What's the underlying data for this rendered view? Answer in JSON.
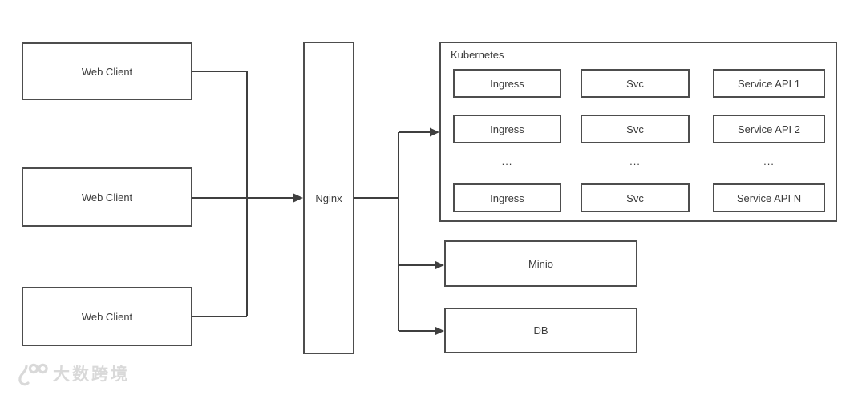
{
  "diagram": {
    "web_clients": [
      {
        "label": "Web Client"
      },
      {
        "label": "Web Client"
      },
      {
        "label": "Web Client"
      }
    ],
    "nginx": {
      "label": "Nginx"
    },
    "kubernetes": {
      "title": "Kubernetes",
      "rows": [
        [
          "Ingress",
          "Svc",
          "Service API 1"
        ],
        [
          "Ingress",
          "Svc",
          "Service API 2"
        ],
        [
          "...",
          "...",
          "..."
        ],
        [
          "Ingress",
          "Svc",
          "Service API N"
        ]
      ]
    },
    "minio": {
      "label": "Minio"
    },
    "db": {
      "label": "DB"
    },
    "connections": [
      {
        "from": "web-client-1",
        "to": "nginx"
      },
      {
        "from": "web-client-2",
        "to": "nginx"
      },
      {
        "from": "web-client-3",
        "to": "nginx"
      },
      {
        "from": "nginx",
        "to": "kubernetes"
      },
      {
        "from": "nginx",
        "to": "minio"
      },
      {
        "from": "nginx",
        "to": "db"
      }
    ]
  },
  "watermark": {
    "text": "大数跨境"
  },
  "colors": {
    "box_border": "#4d4d4d",
    "line": "#3f3f3f",
    "text": "#3b3b3b",
    "watermark": "#d9d9d9",
    "background": "#ffffff"
  }
}
